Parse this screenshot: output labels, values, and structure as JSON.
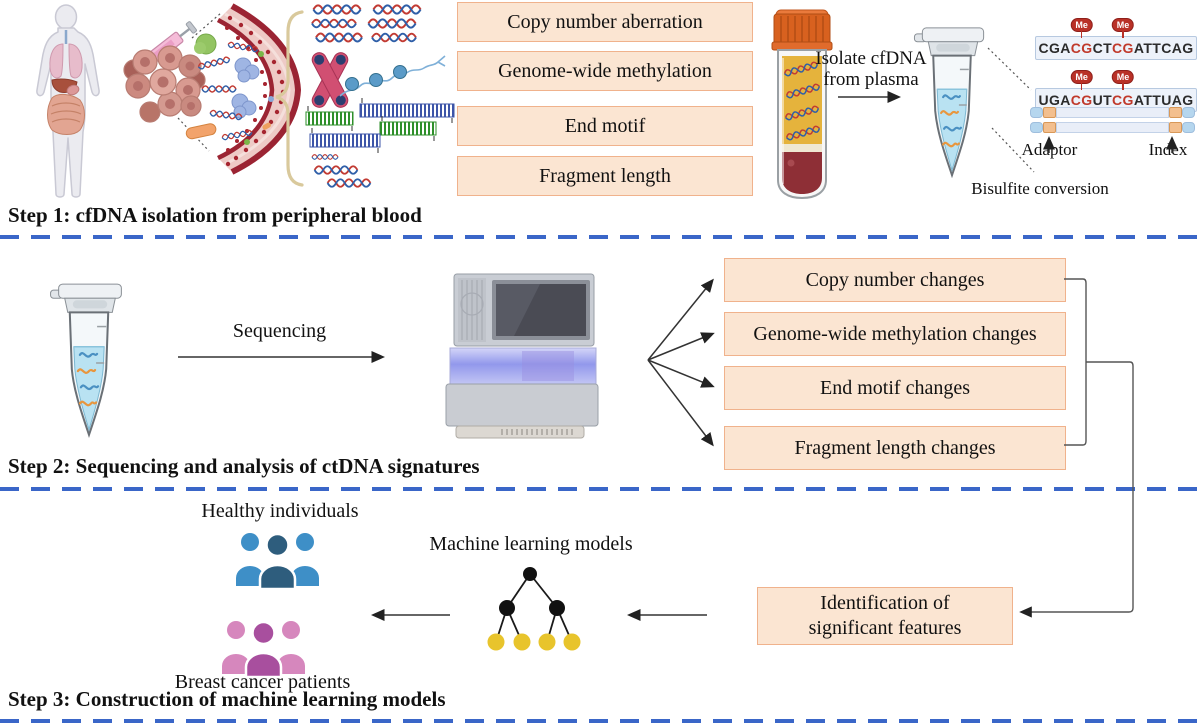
{
  "colors": {
    "box_fill": "#fbe5d2",
    "box_border": "#f0b28c",
    "divider_blue": "#3a66c8",
    "me_red": "#b93127",
    "seq_red": "#c0392b",
    "healthy_blue": "#3e8fc7",
    "healthy_blue_dark": "#2e5d7d",
    "patient_pink": "#d687bd",
    "patient_pink_dark": "#a84f9e",
    "leaf_yellow": "#e8c42c"
  },
  "step1": {
    "label": "Step 1: cfDNA isolation from peripheral blood",
    "feature_boxes": [
      "Copy number aberration",
      "Genome-wide methylation",
      "End motif",
      "Fragment length"
    ],
    "isolate_line1": "Isolate cfDNA",
    "isolate_line2": "from plasma",
    "me_label": "Me",
    "sequence_methylated": {
      "p1": "CGA",
      "m1": "CG",
      "p2": "CT",
      "m2": "CG",
      "p3": "ATTCAG"
    },
    "sequence_converted": {
      "p1": "UGA",
      "m1": "CG",
      "p2": "UT",
      "m2": "CG",
      "p3": "ATTUAG"
    },
    "adaptor_label": "Adaptor",
    "index_label": "Index",
    "bisulfite_label": "Bisulfite conversion"
  },
  "step2": {
    "label": "Step 2: Sequencing and analysis of ctDNA signatures",
    "sequencing_label": "Sequencing",
    "change_boxes": [
      "Copy number changes",
      "Genome-wide methylation changes",
      "End motif changes",
      "Fragment length changes"
    ]
  },
  "step3": {
    "label": "Step 3: Construction of machine learning models",
    "healthy_label": "Healthy individuals",
    "patients_label": "Breast cancer patients",
    "ml_label": "Machine learning models",
    "identification_box": {
      "line1": "Identification of",
      "line2": "significant features"
    }
  }
}
